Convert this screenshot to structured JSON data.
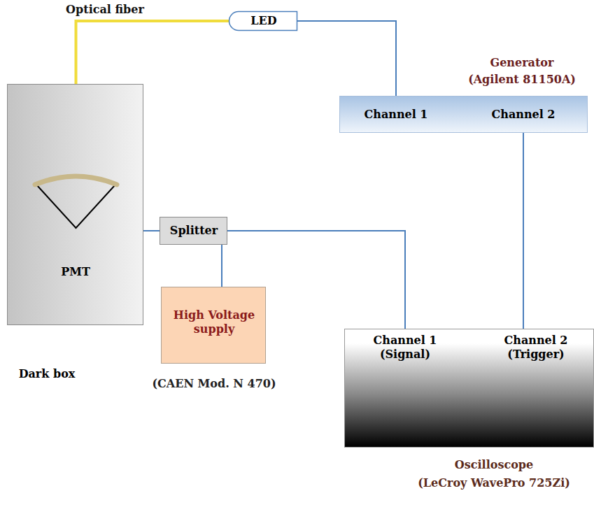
{
  "diagram": {
    "nodes": [
      {
        "text": [
          "LED"
        ]
      },
      {
        "text": [
          "Generator",
          "(Agilent 81150A)",
          "Channel 1",
          "Channel 2"
        ]
      },
      {
        "text": [
          "Dark box"
        ]
      },
      {
        "text": [
          "PMT"
        ],
        "in": 2
      },
      {
        "text": [
          "Splitter"
        ]
      },
      {
        "text": [
          "High Voltage supply",
          "(CAEN Mod. N 470)"
        ]
      },
      {
        "text": [
          "Channel 1 (Signal)",
          "Channel 2 (Trigger)",
          "Oscilloscope",
          "(LeCroy WavePro 725Zi)"
        ]
      }
    ],
    "edges": [
      {
        "from": 0,
        "to": 3,
        "arrow": "none",
        "label": "Optical fiber"
      },
      {
        "from": 0,
        "to": 1,
        "arrow": "none"
      },
      {
        "from": 1,
        "to": 6,
        "arrow": "none"
      },
      {
        "from": 3,
        "to": 4,
        "arrow": "none"
      },
      {
        "from": 4,
        "to": 5,
        "arrow": "none"
      },
      {
        "from": 4,
        "to": 6,
        "arrow": "none"
      }
    ]
  }
}
